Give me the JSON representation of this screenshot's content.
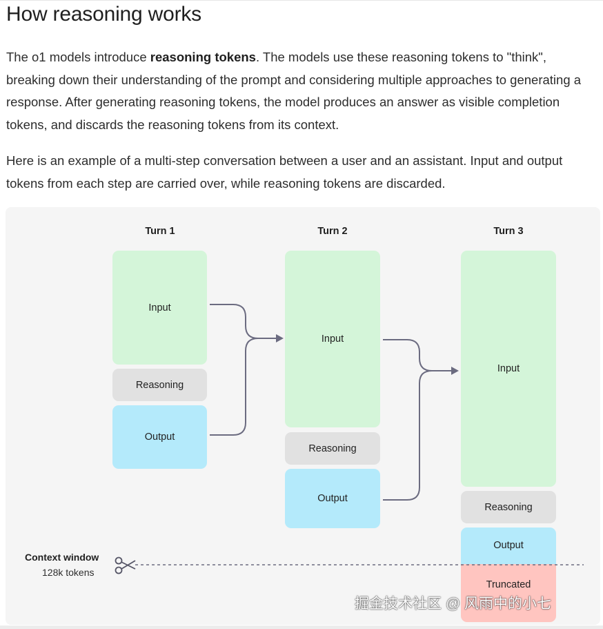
{
  "heading": "How reasoning works",
  "intro": {
    "before_bold": "The o1 models introduce ",
    "bold": "reasoning tokens",
    "after_bold": ". The models use these reasoning tokens to \"think\", breaking down their understanding of the prompt and considering multiple approaches to generating a response. After generating reasoning tokens, the model produces an answer as visible completion tokens, and discards the reasoning tokens from its context."
  },
  "example_text": "Here is an example of a multi-step conversation between a user and an assistant. Input and output tokens from each step are carried over, while reasoning tokens are discarded.",
  "diagram": {
    "turns": [
      {
        "title": "Turn 1",
        "input": "Input",
        "reasoning": "Reasoning",
        "output": "Output"
      },
      {
        "title": "Turn 2",
        "input": "Input",
        "reasoning": "Reasoning",
        "output": "Output"
      },
      {
        "title": "Turn 3",
        "input": "Input",
        "reasoning": "Reasoning",
        "output": "Output",
        "truncated": "Truncated"
      }
    ],
    "context_window": {
      "title": "Context window",
      "size": "128k tokens"
    },
    "colors": {
      "input": "#d4f5d9",
      "reasoning": "#e1e1e1",
      "output": "#b4eafb",
      "truncated": "#ffc5c0",
      "arrow": "#6b6b80"
    }
  },
  "watermark": "掘金技术社区 @ 风雨中的小七"
}
